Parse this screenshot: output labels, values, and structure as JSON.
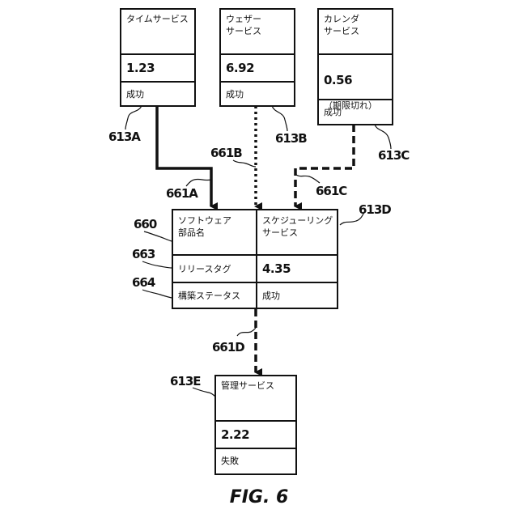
{
  "figure_caption": "FIG. 6",
  "services": {
    "time": {
      "ref": "613A",
      "name": "タイムサービス",
      "version": "1.23",
      "status": "成功"
    },
    "weather": {
      "ref": "613B",
      "name": "ウェザー\nサービス",
      "version": "6.92",
      "status": "成功"
    },
    "calendar": {
      "ref": "613C",
      "name": "カレンダ\nサービス",
      "version": "0.56",
      "version_note": "（期限切れ）",
      "status": "成功"
    },
    "scheduling": {
      "ref": "613D",
      "name": "スケジューリング\nサービス",
      "version": "4.35",
      "status": "成功"
    },
    "management": {
      "ref": "613E",
      "name": "管理サービス",
      "version": "2.22",
      "status": "失敗"
    }
  },
  "legend_fields": {
    "component_name": {
      "ref": "660",
      "label": "ソフトウェア\n部品名"
    },
    "release_tag": {
      "ref": "663",
      "label": "リリースタグ"
    },
    "build_status": {
      "ref": "664",
      "label": "構築ステータス"
    }
  },
  "dependencies": [
    {
      "ref": "661A",
      "from": "613A",
      "to": "613D",
      "style": "solid"
    },
    {
      "ref": "661B",
      "from": "613B",
      "to": "613D",
      "style": "dotted"
    },
    {
      "ref": "661C",
      "from": "613C",
      "to": "613D",
      "style": "dashed"
    },
    {
      "ref": "661D",
      "from": "613D",
      "to": "613E",
      "style": "dashed"
    }
  ]
}
